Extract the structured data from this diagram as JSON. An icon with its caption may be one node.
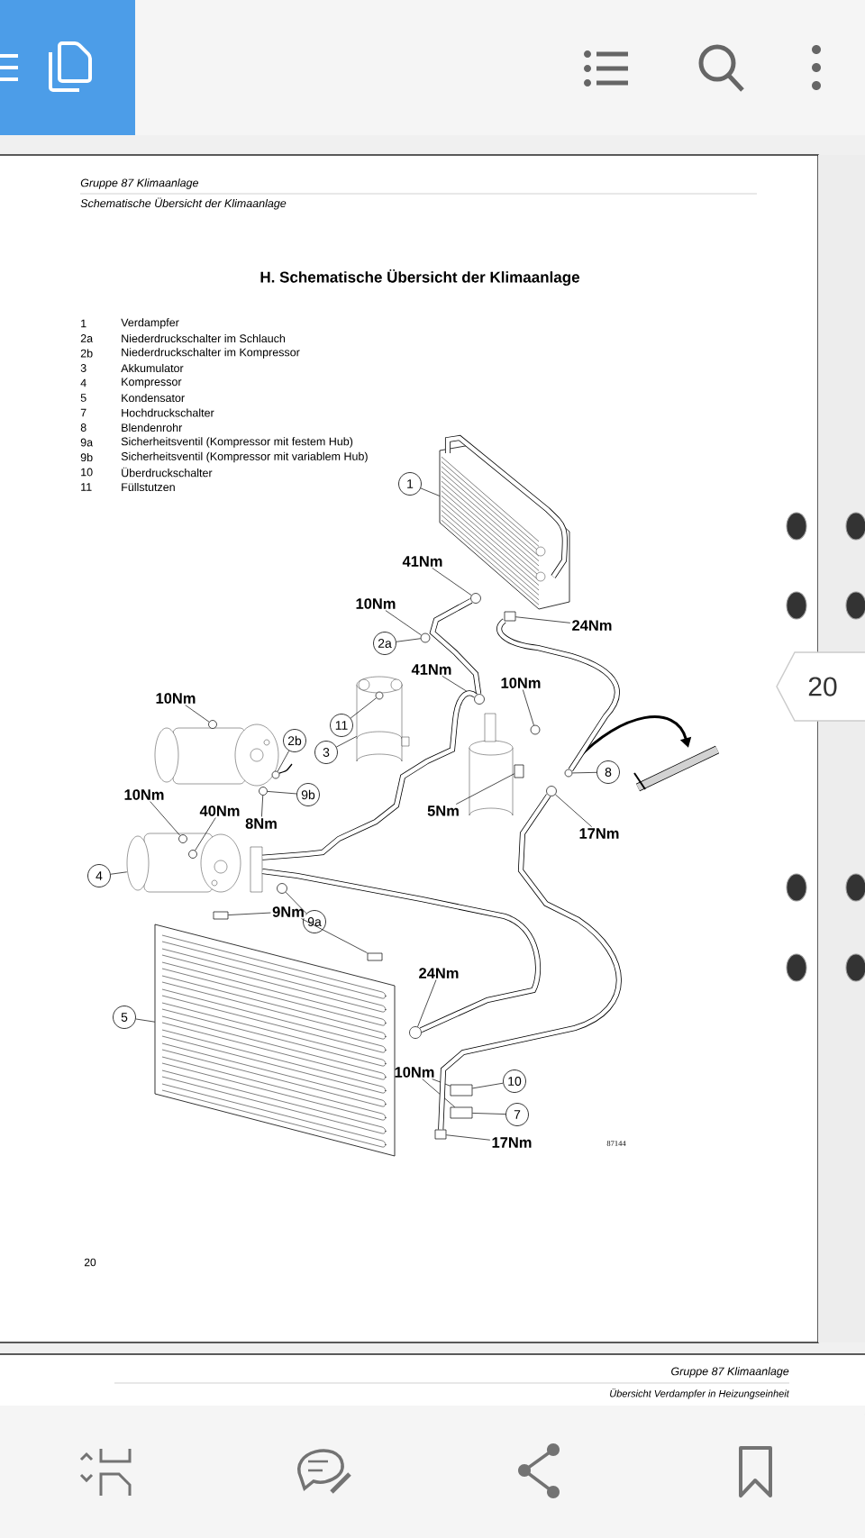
{
  "diagram": {
    "title": "H. Schematische Übersicht der Klimaanlage",
    "nodes": [
      {
        "text": [
          "1"
        ]
      },
      {
        "text": [
          "41Nm"
        ]
      },
      {
        "text": [
          "10Nm"
        ]
      },
      {
        "text": [
          "24Nm"
        ]
      },
      {
        "text": [
          "2a"
        ]
      },
      {
        "text": [
          "41Nm"
        ]
      },
      {
        "text": [
          "10Nm"
        ]
      },
      {
        "text": [
          "10Nm"
        ]
      },
      {
        "text": [
          "11"
        ]
      },
      {
        "text": [
          "2b"
        ]
      },
      {
        "text": [
          "3"
        ]
      },
      {
        "text": [
          "8"
        ]
      },
      {
        "text": [
          "10Nm"
        ]
      },
      {
        "text": [
          "40Nm"
        ]
      },
      {
        "text": [
          "9b"
        ]
      },
      {
        "text": [
          "8Nm"
        ]
      },
      {
        "text": [
          "5Nm"
        ]
      },
      {
        "text": [
          "17Nm"
        ]
      },
      {
        "text": [
          "4"
        ]
      },
      {
        "text": [
          "9a"
        ]
      },
      {
        "text": [
          "9Nm"
        ]
      },
      {
        "text": [
          "24Nm"
        ]
      },
      {
        "text": [
          "5"
        ]
      },
      {
        "text": [
          "10Nm"
        ]
      },
      {
        "text": [
          "10"
        ]
      },
      {
        "text": [
          "7"
        ]
      },
      {
        "text": [
          "17Nm"
        ]
      },
      {
        "text": [],
        "shape": "picture"
      },
      {
        "text": [],
        "shape": "picture"
      },
      {
        "text": [],
        "shape": "picture"
      },
      {
        "text": [],
        "shape": "picture"
      },
      {
        "text": [],
        "shape": "circle",
        "in": 27
      },
      {
        "text": [],
        "shape": "circle"
      },
      {
        "text": [],
        "shape": "box"
      },
      {
        "text": [],
        "shape": "circle"
      },
      {
        "text": [],
        "shape": "circle"
      },
      {
        "text": [],
        "shape": "circle"
      },
      {
        "text": [],
        "shape": "circle",
        "in": 28
      },
      {
        "text": [],
        "shape": "circle"
      },
      {
        "text": [],
        "shape": "circle"
      },
      {
        "text": [],
        "shape": "circle",
        "in": 29
      },
      {
        "text": [],
        "shape": "circle",
        "in": 29
      },
      {
        "text": [],
        "shape": "circle"
      },
      {
        "text": [],
        "shape": "box"
      },
      {
        "text": [],
        "shape": "circle"
      },
      {
        "text": [],
        "shape": "circle"
      },
      {
        "text": [],
        "shape": "box"
      },
      {
        "text": [],
        "shape": "box",
        "in": 30
      },
      {
        "text": [],
        "shape": "circle"
      },
      {
        "text": [],
        "shape": "box"
      },
      {
        "text": [],
        "shape": "box"
      },
      {
        "text": [],
        "shape": "box"
      }
    ],
    "edges": [
      {
        "from": 0,
        "to": 27,
        "arrow": "none"
      },
      {
        "from": 1,
        "to": 31,
        "arrow": "none"
      },
      {
        "from": 2,
        "to": 32,
        "arrow": "none"
      },
      {
        "from": 3,
        "to": 33,
        "arrow": "none"
      },
      {
        "from": 4,
        "to": 32,
        "arrow": "none"
      },
      {
        "from": 5,
        "to": 34,
        "arrow": "none"
      },
      {
        "from": 6,
        "to": 35,
        "arrow": "none"
      },
      {
        "from": 7,
        "to": 36,
        "arrow": "none"
      },
      {
        "from": 8,
        "to": 37,
        "arrow": "none"
      },
      {
        "from": 9,
        "to": 38,
        "arrow": "none"
      },
      {
        "from": 10,
        "to": 28,
        "arrow": "none"
      },
      {
        "from": 11,
        "to": 39,
        "arrow": "none"
      },
      {
        "from": 12,
        "to": 40,
        "arrow": "none"
      },
      {
        "from": 13,
        "to": 41,
        "arrow": "none"
      },
      {
        "from": 14,
        "to": 42,
        "arrow": "none"
      },
      {
        "from": 15,
        "to": 42,
        "arrow": "none"
      },
      {
        "from": 16,
        "to": 43,
        "arrow": "none"
      },
      {
        "from": 17,
        "to": 44,
        "arrow": "none"
      },
      {
        "from": 18,
        "to": 29,
        "arrow": "none"
      },
      {
        "from": 19,
        "to": 45,
        "arrow": "none"
      },
      {
        "from": 20,
        "to": 46,
        "arrow": "none"
      },
      {
        "from": 20,
        "to": 47,
        "arrow": "none"
      },
      {
        "from": 21,
        "to": 48,
        "arrow": "none"
      },
      {
        "from": 22,
        "to": 30,
        "arrow": "none"
      },
      {
        "from": 23,
        "to": 49,
        "arrow": "none"
      },
      {
        "from": 23,
        "to": 50,
        "arrow": "none"
      },
      {
        "from": 24,
        "to": 49,
        "arrow": "none"
      },
      {
        "from": 25,
        "to": 50,
        "arrow": "none"
      },
      {
        "from": 26,
        "to": 51,
        "arrow": "none"
      },
      {
        "from": 31,
        "to": 34,
        "arrow": "none",
        "style": "thick"
      },
      {
        "from": 33,
        "to": 39,
        "arrow": "none",
        "style": "thick"
      },
      {
        "from": 34,
        "to": 29,
        "arrow": "none",
        "style": "thick"
      },
      {
        "from": 29,
        "to": 48,
        "arrow": "none",
        "style": "thick"
      },
      {
        "from": 44,
        "to": 51,
        "arrow": "none",
        "style": "thick"
      }
    ],
    "labels": [
      "Gruppe 87 Klimaanlage",
      "Schematische Übersicht der Klimaanlage",
      "1",
      "Verdampfer",
      "2a",
      "Niederdruckschalter im Schlauch",
      "2b",
      "Niederdruckschalter im Kompressor",
      "3",
      "Akkumulator",
      "4",
      "Kompressor",
      "5",
      "Kondensator",
      "7",
      "Hochdruckschalter",
      "8",
      "Blendenrohr",
      "9a",
      "Sicherheitsventil (Kompressor mit festem Hub)",
      "9b",
      "Sicherheitsventil (Kompressor mit variablem Hub)",
      "10",
      "Überdruckschalter",
      "11",
      "Füllstutzen",
      "20",
      "87144",
      "20",
      "Gruppe 87 Klimaanlage",
      "Übersicht Verdampfer in Heizungseinheit"
    ]
  }
}
